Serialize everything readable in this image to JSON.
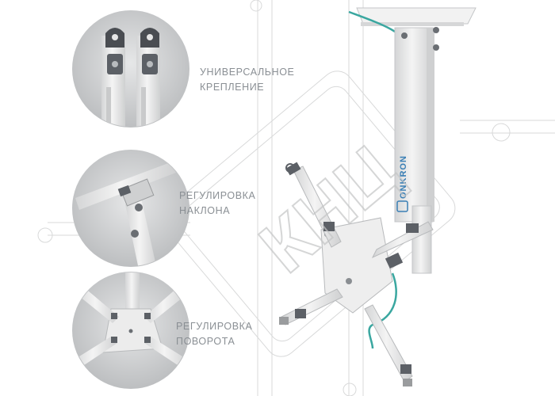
{
  "features": [
    {
      "line1": "УНИВЕРСАЛЬНОЕ",
      "line2": "КРЕПЛЕНИЕ"
    },
    {
      "line1": "РЕГУЛИРОВКА",
      "line2": "НАКЛОНА"
    },
    {
      "line1": "РЕГУЛИРОВКА",
      "line2": "ПОВОРОТА"
    }
  ],
  "brand": "ONKRON",
  "watermark": "КНЦ",
  "colors": {
    "cable": "#3aa7a0",
    "metal": "#e9eaea",
    "circle_bg": "#d9dadb",
    "accent_bracket": "#c9cbcd"
  }
}
